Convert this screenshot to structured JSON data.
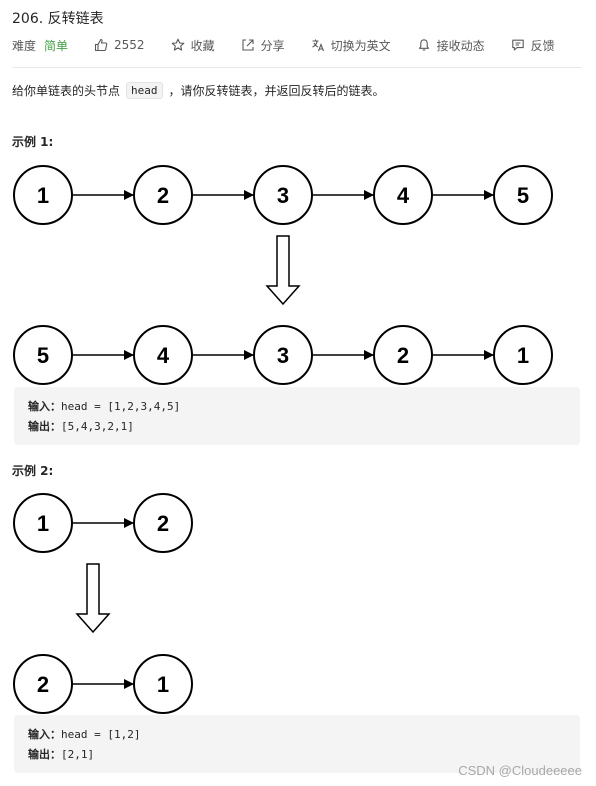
{
  "problem": {
    "title": "206. 反转链表",
    "difficulty_label": "难度",
    "difficulty": "简单",
    "likes": "2552",
    "favorite": "收藏",
    "share": "分享",
    "switch_lang": "切换为英文",
    "notify": "接收动态",
    "feedback": "反馈"
  },
  "description": {
    "before": "给你单链表的头节点",
    "code": "head",
    "after": "，请你反转链表，并返回反转后的链表。"
  },
  "examples": [
    {
      "heading": "示例 1:",
      "input_nodes": [
        "1",
        "2",
        "3",
        "4",
        "5"
      ],
      "output_nodes": [
        "5",
        "4",
        "3",
        "2",
        "1"
      ],
      "input_label": "输入：",
      "input_value": "head = [1,2,3,4,5]",
      "output_label": "输出：",
      "output_value": "[5,4,3,2,1]"
    },
    {
      "heading": "示例 2:",
      "input_nodes": [
        "1",
        "2"
      ],
      "output_nodes": [
        "2",
        "1"
      ],
      "input_label": "输入：",
      "input_value": "head = [1,2]",
      "output_label": "输出：",
      "output_value": "[2,1]"
    }
  ],
  "watermark": "CSDN @Cloudeeeee"
}
